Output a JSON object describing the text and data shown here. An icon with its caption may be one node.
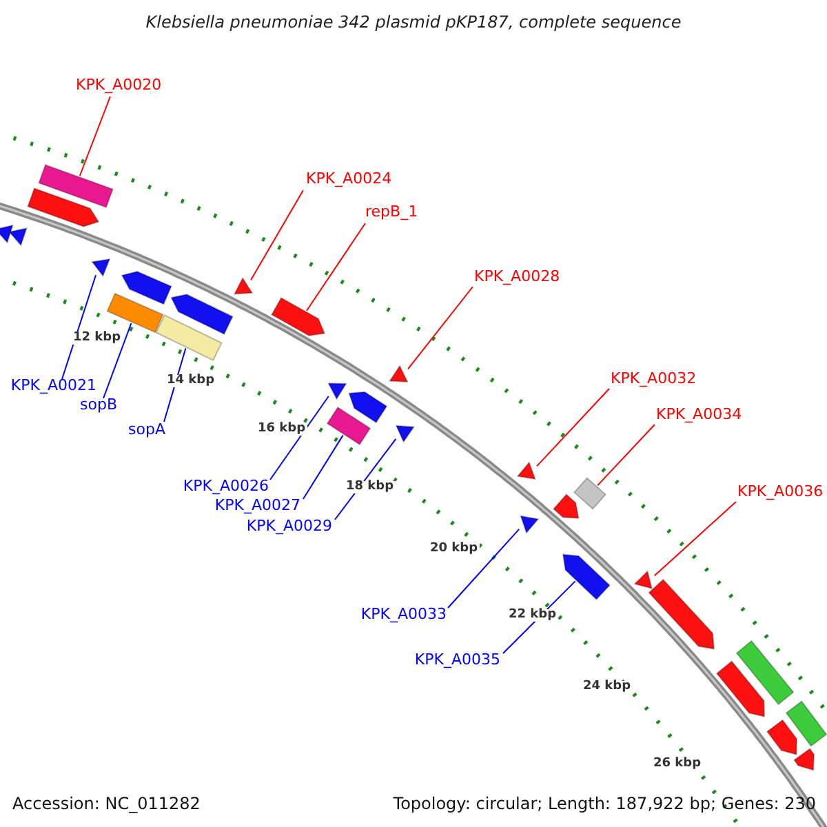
{
  "diagram": {
    "title": "Klebsiella pneumoniae 342 plasmid pKP187, complete sequence",
    "nodes": [
      {
        "text": [
          "KPK_A0020"
        ]
      },
      {
        "text": [
          "KPK_A0024"
        ]
      },
      {
        "text": [
          "repB_1"
        ]
      },
      {
        "text": [
          "KPK_A0028"
        ]
      },
      {
        "text": [
          "KPK_A0032"
        ]
      },
      {
        "text": [
          "KPK_A0034"
        ]
      },
      {
        "text": [
          "KPK_A0036"
        ]
      },
      {
        "text": [
          "KPK_A0021"
        ]
      },
      {
        "text": [
          "sopB"
        ]
      },
      {
        "text": [
          "sopA"
        ]
      },
      {
        "text": [
          "KPK_A0026"
        ]
      },
      {
        "text": [
          "KPK_A0027"
        ]
      },
      {
        "text": [
          "KPK_A0029"
        ]
      },
      {
        "text": [
          "KPK_A0033"
        ]
      },
      {
        "text": [
          "KPK_A0035"
        ]
      },
      {
        "text": [],
        "shape": "bar"
      },
      {
        "text": [],
        "shape": "triangle"
      },
      {
        "text": [],
        "shape": "arrow"
      },
      {
        "text": [],
        "shape": "triangle"
      },
      {
        "text": [],
        "shape": "triangle"
      },
      {
        "text": [],
        "shape": "bar"
      },
      {
        "text": [],
        "shape": "triangle"
      },
      {
        "text": [],
        "shape": "triangle"
      },
      {
        "text": [],
        "shape": "bar"
      },
      {
        "text": [],
        "shape": "bar"
      },
      {
        "text": [],
        "shape": "triangle"
      },
      {
        "text": [],
        "shape": "bar"
      },
      {
        "text": [],
        "shape": "triangle"
      },
      {
        "text": [],
        "shape": "triangle"
      },
      {
        "text": [],
        "shape": "arrow"
      },
      {
        "text": [],
        "shape": "triangle"
      },
      {
        "text": [],
        "shape": "triangle"
      },
      {
        "text": [],
        "shape": "arrow"
      },
      {
        "text": [],
        "shape": "arrow"
      },
      {
        "text": [],
        "shape": "arrow"
      },
      {
        "text": [],
        "shape": "arrow"
      },
      {
        "text": [],
        "shape": "arrow"
      },
      {
        "text": [],
        "shape": "arrow"
      },
      {
        "text": [],
        "shape": "bar"
      },
      {
        "text": [],
        "shape": "arrow"
      },
      {
        "text": [],
        "shape": "bar"
      },
      {
        "text": [],
        "shape": "arrow"
      },
      {
        "text": [],
        "shape": "arrow"
      }
    ],
    "edges": [
      {
        "from": 0,
        "to": 15,
        "arrow": "none",
        "color": "#ff0000"
      },
      {
        "from": 1,
        "to": 16,
        "arrow": "none",
        "color": "#ff0000"
      },
      {
        "from": 2,
        "to": 17,
        "arrow": "none",
        "color": "#ff0000"
      },
      {
        "from": 3,
        "to": 18,
        "arrow": "none",
        "color": "#ff0000"
      },
      {
        "from": 4,
        "to": 19,
        "arrow": "none",
        "color": "#ff0000"
      },
      {
        "from": 5,
        "to": 20,
        "arrow": "none",
        "color": "#ff0000"
      },
      {
        "from": 6,
        "to": 21,
        "arrow": "none",
        "color": "#ff0000"
      },
      {
        "from": 7,
        "to": 22,
        "arrow": "none",
        "color": "#0000ff"
      },
      {
        "from": 8,
        "to": 23,
        "arrow": "none",
        "color": "#0000ff"
      },
      {
        "from": 9,
        "to": 24,
        "arrow": "none",
        "color": "#0000ff"
      },
      {
        "from": 10,
        "to": 25,
        "arrow": "none",
        "color": "#0000ff"
      },
      {
        "from": 11,
        "to": 26,
        "arrow": "none",
        "color": "#0000ff"
      },
      {
        "from": 12,
        "to": 27,
        "arrow": "none",
        "color": "#0000ff"
      },
      {
        "from": 13,
        "to": 28,
        "arrow": "none",
        "color": "#0000ff"
      },
      {
        "from": 14,
        "to": 29,
        "arrow": "none",
        "color": "#0000ff"
      }
    ],
    "labels": [
      "12 kbp",
      "14 kbp",
      "16 kbp",
      "18 kbp",
      "20 kbp",
      "22 kbp",
      "24 kbp",
      "26 kbp",
      "Accession: NC_011282",
      "Topology: circular; Length: 187,922 bp; Genes: 230"
    ]
  }
}
